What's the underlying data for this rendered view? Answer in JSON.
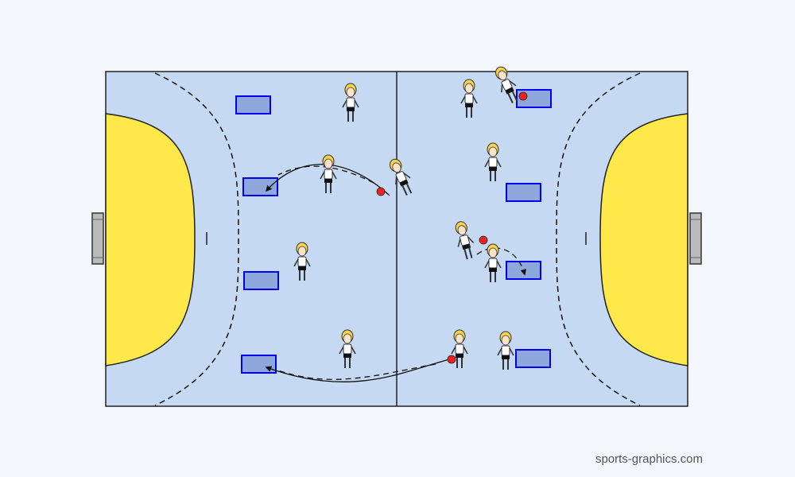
{
  "credit": "sports-graphics.com",
  "colors": {
    "court": "#c5d9f2",
    "goal_area": "#ffe84a",
    "target_fill": "#8ea8dc",
    "target_border": "#0000ee",
    "ball": "#ee2222",
    "hair": "#f7d24a",
    "shirt": "#ffffff",
    "shorts": "#111111"
  },
  "icons": {
    "target": "blue-target-box",
    "player": "handball-player-figure",
    "ball": "red-ball",
    "goal": "handball-goal"
  }
}
